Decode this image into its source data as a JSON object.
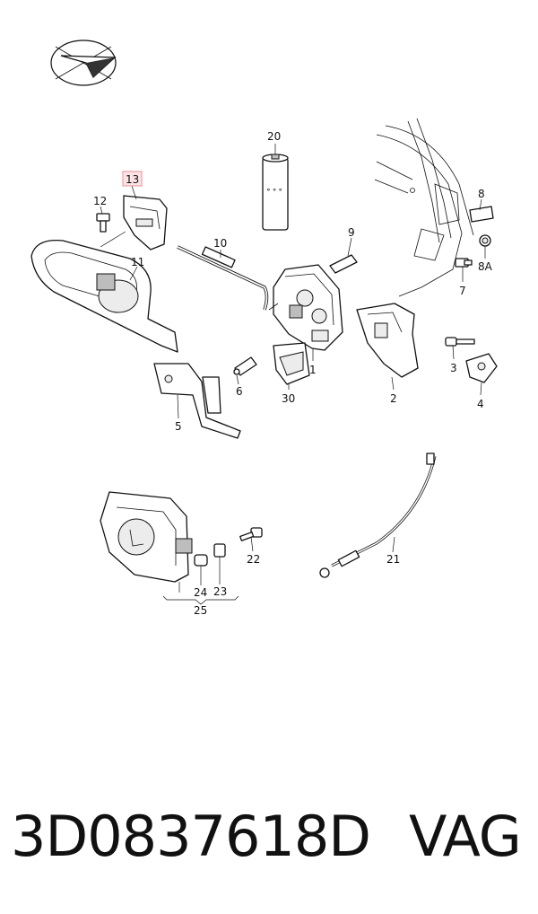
{
  "diagram": {
    "callouts": {
      "c1": "1",
      "c2": "2",
      "c3": "3",
      "c4": "4",
      "c5": "5",
      "c6": "6",
      "c7": "7",
      "c8": "8",
      "c8a": "8A",
      "c9": "9",
      "c10": "10",
      "c11": "11",
      "c12": "12",
      "c13": "13",
      "c20": "20",
      "c21": "21",
      "c22": "22",
      "c23": "23",
      "c24": "24",
      "c25": "25",
      "c30": "30"
    },
    "highlight_color": "#e8a0a8"
  },
  "footer": {
    "part_number": "3D0837618D",
    "brand": "VAG"
  }
}
